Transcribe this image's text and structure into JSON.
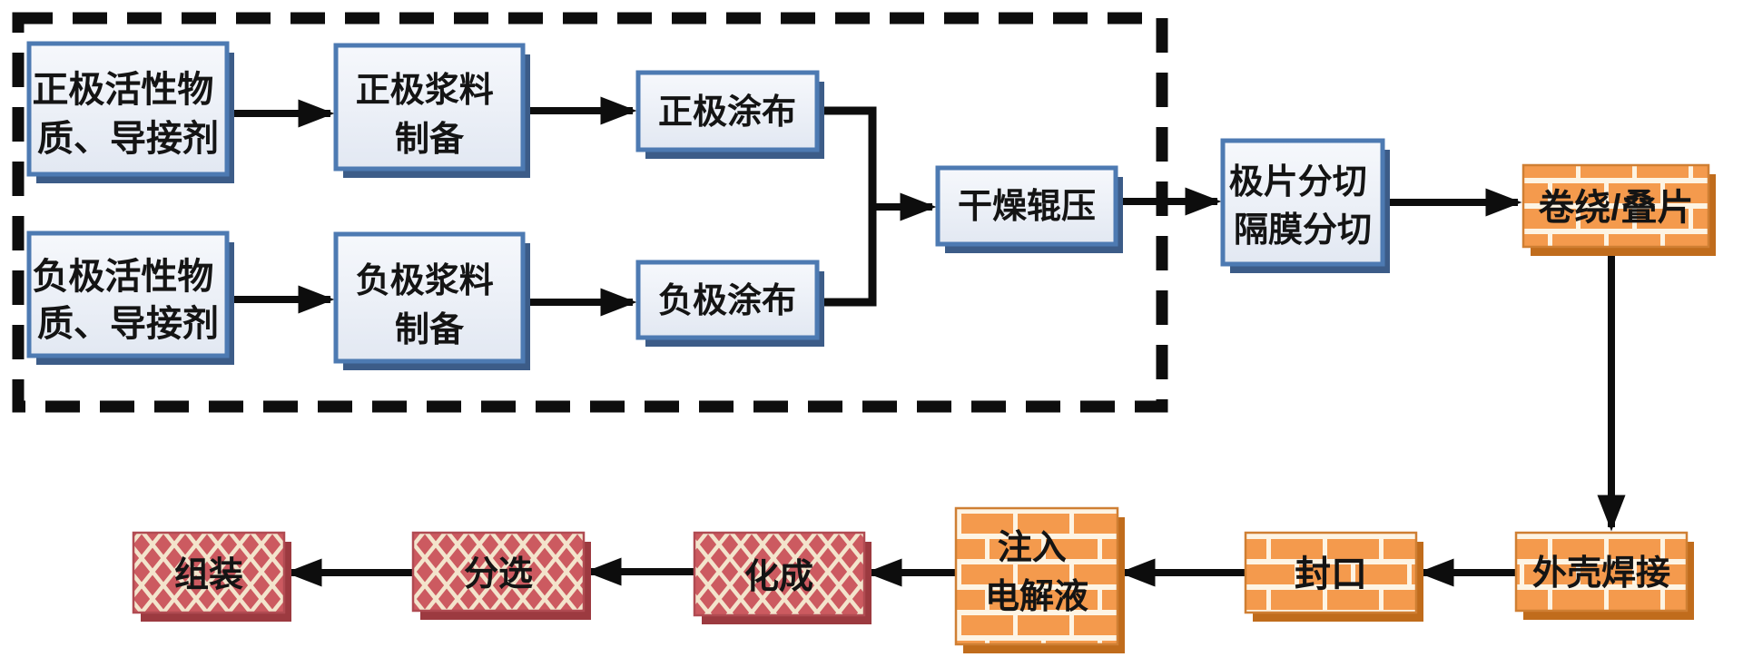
{
  "diagram": {
    "type": "flowchart",
    "subject": "battery-cell-manufacturing-process",
    "background": "#ffffff",
    "dashed_container": {
      "description": "dashed black rectangle grouping the electrode preparation stage",
      "border_style": "dashed",
      "border_color": "#0d0d0d"
    },
    "nodes": {
      "pos_material": {
        "line1": "正极活性物",
        "line2": "质、导接剂",
        "style": "blue"
      },
      "pos_slurry": {
        "line1": "正极浆料",
        "line2": "制备",
        "style": "blue"
      },
      "pos_coating": {
        "label": "正极涂布",
        "style": "blue"
      },
      "neg_material": {
        "line1": "负极活性物",
        "line2": "质、导接剂",
        "style": "blue"
      },
      "neg_slurry": {
        "line1": "负极浆料",
        "line2": "制备",
        "style": "blue"
      },
      "neg_coating": {
        "label": "负极涂布",
        "style": "blue"
      },
      "dry_roll": {
        "label": "干燥辊压",
        "style": "blue"
      },
      "slitting": {
        "line1": "极片分切",
        "line2": "隔膜分切",
        "style": "blue"
      },
      "winding": {
        "label": "卷绕/叠片",
        "style": "brick-orange"
      },
      "case_welding": {
        "label": "外壳焊接",
        "style": "brick-orange"
      },
      "sealing": {
        "label": "封口",
        "style": "brick-orange"
      },
      "electrolyte": {
        "line1": "注入",
        "line2": "电解液",
        "style": "brick-orange"
      },
      "formation": {
        "label": "化成",
        "style": "lattice-red"
      },
      "sorting": {
        "label": "分选",
        "style": "lattice-red"
      },
      "assembly": {
        "label": "组装",
        "style": "lattice-red"
      }
    },
    "edges": [
      {
        "from": "pos_material",
        "to": "pos_slurry"
      },
      {
        "from": "pos_slurry",
        "to": "pos_coating"
      },
      {
        "from": "neg_material",
        "to": "neg_slurry"
      },
      {
        "from": "neg_slurry",
        "to": "neg_coating"
      },
      {
        "from": "pos_coating+neg_coating",
        "to": "dry_roll"
      },
      {
        "from": "dry_roll",
        "to": "slitting"
      },
      {
        "from": "slitting",
        "to": "winding"
      },
      {
        "from": "winding",
        "to": "case_welding"
      },
      {
        "from": "case_welding",
        "to": "sealing"
      },
      {
        "from": "sealing",
        "to": "electrolyte"
      },
      {
        "from": "electrolyte",
        "to": "formation"
      },
      {
        "from": "formation",
        "to": "sorting"
      },
      {
        "from": "sorting",
        "to": "assembly"
      }
    ],
    "colors": {
      "arrow": "#0d0d0d",
      "dashed_border": "#0d0d0d",
      "blue_box_fill": "#e9edf6",
      "blue_box_border": "#4d7ab2",
      "blue_box_shadow": "#3c5c88",
      "orange_box_fill": "#f49a4d",
      "orange_mortar": "#fdf4e4",
      "orange_box_border": "#cf7f33",
      "orange_box_shadow": "#c06c1c",
      "red_box_fill": "#cc5a60",
      "red_lattice": "#f3e4cc",
      "red_box_border": "#b04b52",
      "red_box_shadow": "#9c3a40",
      "text": "#141414"
    }
  }
}
